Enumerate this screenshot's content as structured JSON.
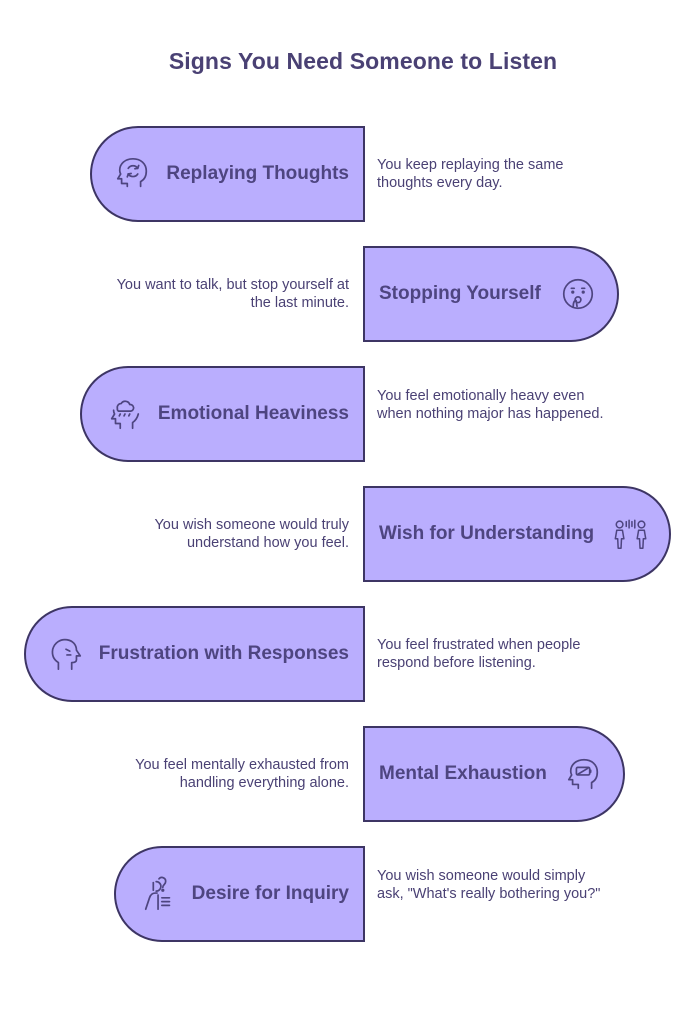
{
  "title": "Signs You Need Someone to Listen",
  "items": [
    {
      "label": "Replaying Thoughts",
      "description": "You keep replaying the same thoughts every day.",
      "icon": "head-cycle-icon"
    },
    {
      "label": "Stopping Yourself",
      "description": "You want to talk, but stop yourself at the last minute.",
      "icon": "hushed-face-icon"
    },
    {
      "label": "Emotional Heaviness",
      "description": "You feel emotionally heavy even when nothing major has happened.",
      "icon": "head-raincloud-icon"
    },
    {
      "label": "Wish for Understanding",
      "description": "You wish someone would truly understand how you feel.",
      "icon": "two-people-talking-icon"
    },
    {
      "label": "Frustration with Responses",
      "description": "You feel frustrated when people respond before listening.",
      "icon": "frustrated-head-icon"
    },
    {
      "label": "Mental Exhaustion",
      "description": "You feel mentally exhausted from handling everything alone.",
      "icon": "head-low-battery-icon"
    },
    {
      "label": "Desire for Inquiry",
      "description": "You wish someone would simply ask, \"What's really bothering you?\"",
      "icon": "person-question-icon"
    }
  ],
  "colors": {
    "pill_fill": "#baaefe",
    "outline": "#3d3564",
    "text": "#4a4174"
  }
}
